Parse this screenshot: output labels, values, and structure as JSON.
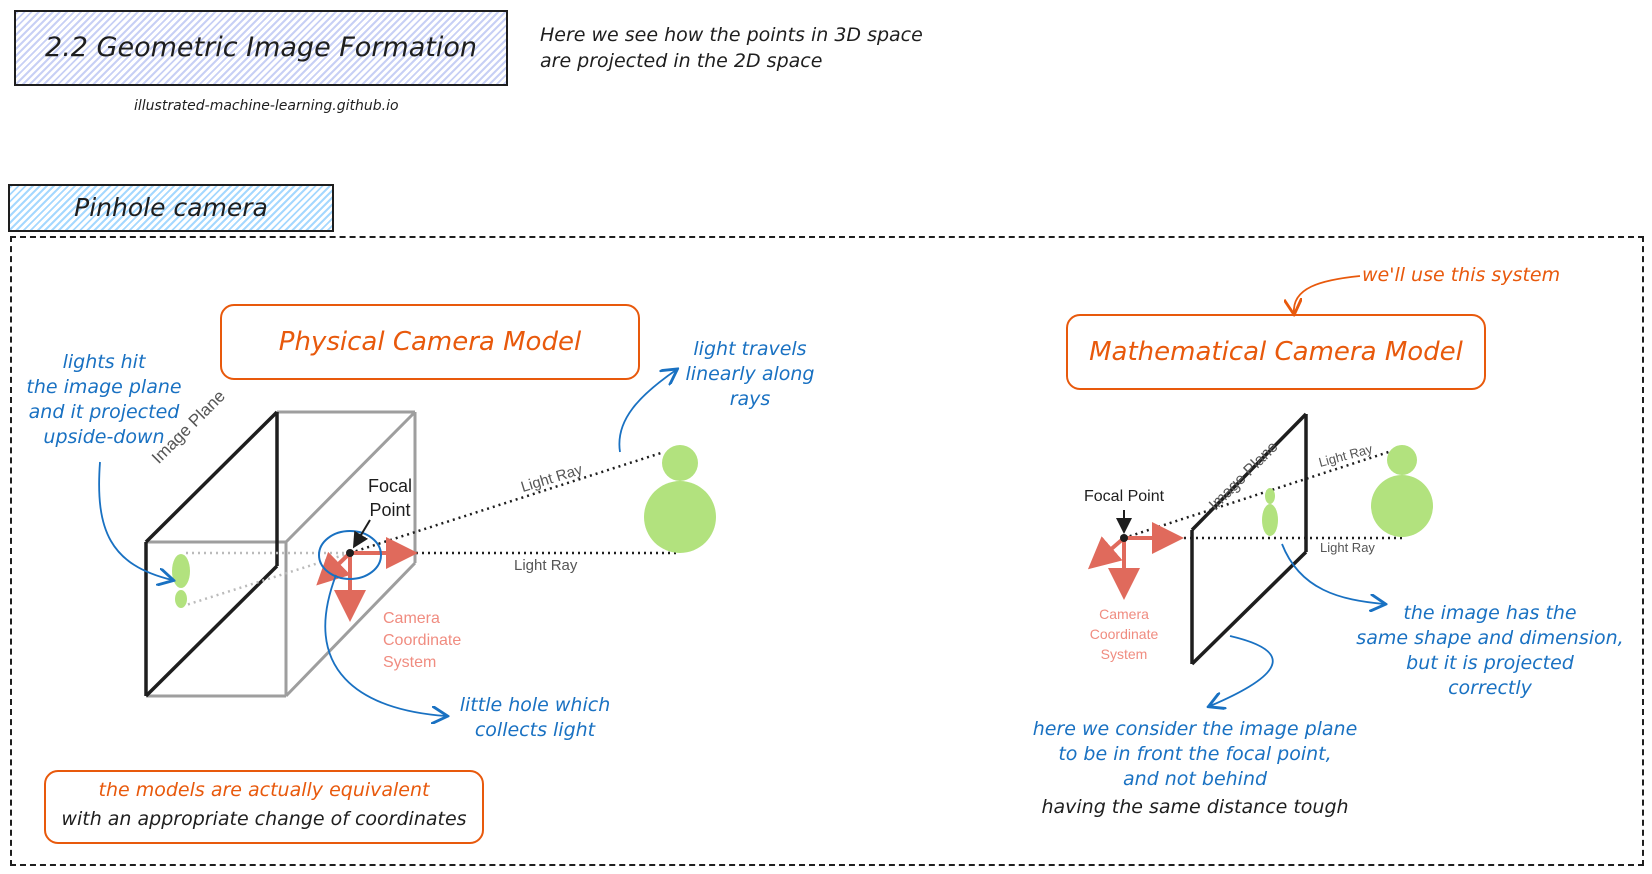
{
  "header": {
    "title": "2.2 Geometric Image Formation",
    "subtitle_line1": "Here we see how the points in 3D space",
    "subtitle_line2": "are projected in the 2D space",
    "source": "illustrated-machine-learning.github.io"
  },
  "section": {
    "title": "Pinhole camera"
  },
  "physical": {
    "title": "Physical Camera Model",
    "image_plane_label": "Image Plane",
    "focal_point_label_1": "Focal",
    "focal_point_label_2": "Point",
    "light_ray_upper": "Light Ray",
    "light_ray_lower": "Light Ray",
    "coord_label_1": "Camera",
    "coord_label_2": "Coordinate",
    "coord_label_3": "System",
    "note_projected_1": "lights hit",
    "note_projected_2": "the image plane",
    "note_projected_3": "and it projected",
    "note_projected_4": "upside-down",
    "note_light_1": "light travels",
    "note_light_2": "linearly along",
    "note_light_3": "rays",
    "note_hole_1": "little hole which",
    "note_hole_2": "collects light"
  },
  "equivalence": {
    "line1": "the models are actually equivalent",
    "line2": "with an appropriate change of coordinates"
  },
  "mathematical": {
    "title": "Mathematical Camera Model",
    "use_note": "we'll use this system",
    "image_plane_label": "Image Plane",
    "focal_point_label": "Focal Point",
    "light_ray_upper": "Light Ray",
    "light_ray_lower": "Light Ray",
    "coord_label_1": "Camera",
    "coord_label_2": "Coordinate",
    "coord_label_3": "System",
    "note_shape_1": "the image has the",
    "note_shape_2": "same shape and dimension,",
    "note_shape_3": "but it is projected",
    "note_shape_4": "correctly",
    "note_front_1": "here we consider the image plane",
    "note_front_2": "to be in front the focal point,",
    "note_front_3": "and not behind",
    "note_front_4": "having the same distance tough"
  },
  "colors": {
    "accent_orange": "#e8590c",
    "annotation_blue": "#1971c2",
    "object_green": "#b2e27e",
    "axis_red": "#e06a5c",
    "title_hatch": "#c8d0f5",
    "section_hatch": "#a5d8ff"
  }
}
